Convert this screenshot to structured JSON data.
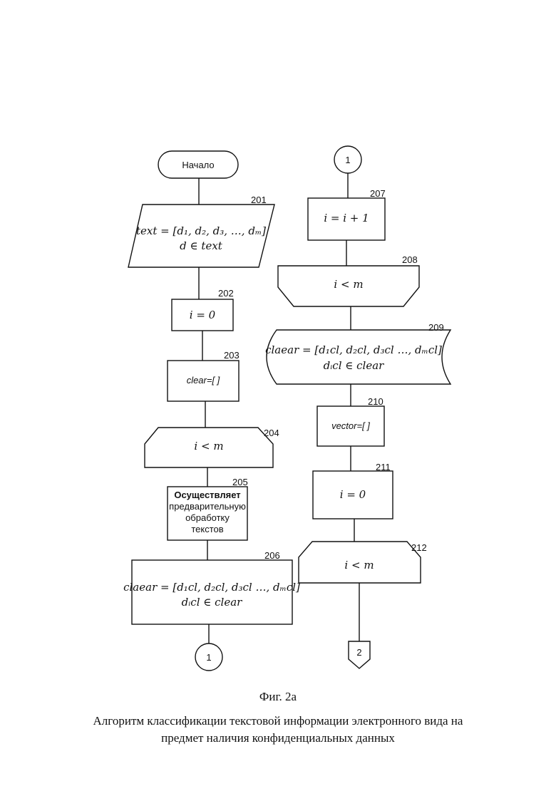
{
  "flowchart": {
    "start_label": "Начало",
    "connector_out": "1",
    "connector_in": "1",
    "connector_next": "2",
    "nodes": {
      "n201": {
        "ref": "201",
        "line1": "text = [d₁, d₂, d₃, …, dₘ]",
        "line2": "d ∈ text"
      },
      "n202": {
        "ref": "202",
        "line1": "i = 0"
      },
      "n203": {
        "ref": "203",
        "line1": "clear=[ ]"
      },
      "n204": {
        "ref": "204",
        "line1": "i < m"
      },
      "n205": {
        "ref": "205",
        "line1": "Осуществляет",
        "line2": "предварительную",
        "line3": "обработку",
        "line4": "текстов"
      },
      "n206": {
        "ref": "206",
        "line1": "claear = [d₁cl, d₂cl, d₃cl …, dₘcl]",
        "line2": "dᵢcl ∈ clear"
      },
      "n207": {
        "ref": "207",
        "line1": "i = i + 1"
      },
      "n208": {
        "ref": "208",
        "line1": "i < m"
      },
      "n209": {
        "ref": "209",
        "line1": "claear = [d₁cl, d₂cl, d₃cl …, dₘcl]",
        "line2": "dᵢcl ∈ clear"
      },
      "n210": {
        "ref": "210",
        "line1": "vector=[ ]"
      },
      "n211": {
        "ref": "211",
        "line1": "i = 0"
      },
      "n212": {
        "ref": "212",
        "line1": "i < m"
      }
    }
  },
  "caption": {
    "figure_label": "Фиг. 2а",
    "title_line1": "Алгоритм классификации текстовой информации электронного вида на",
    "title_line2": "предмет наличия конфиденциальных данных"
  }
}
